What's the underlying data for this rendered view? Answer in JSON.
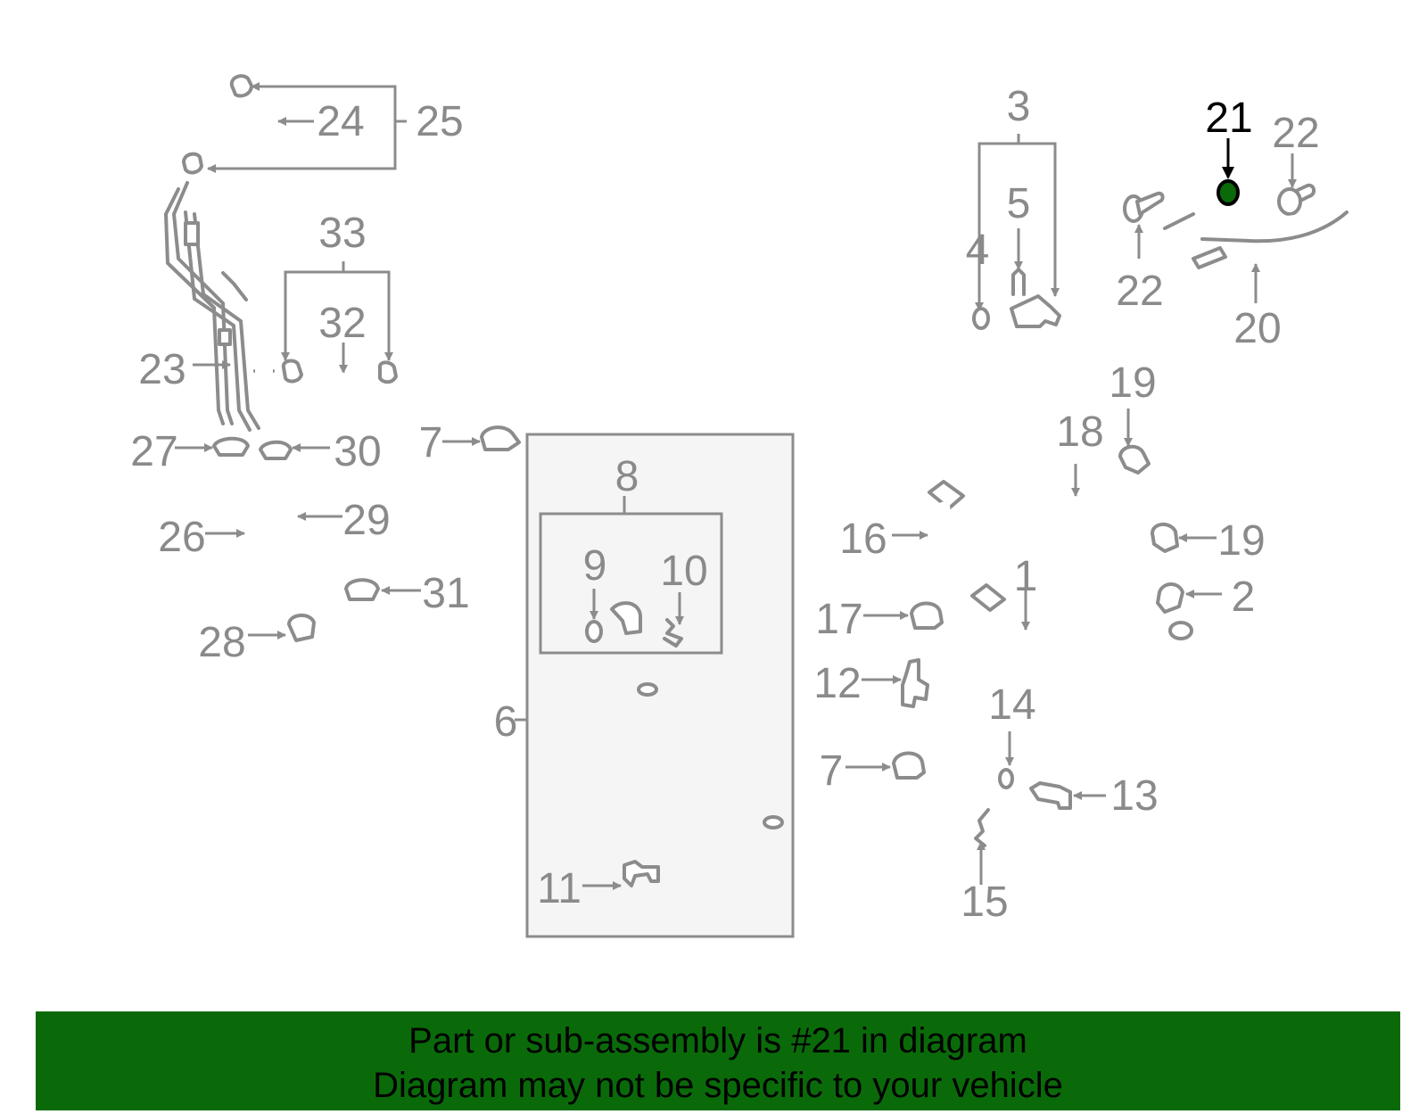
{
  "colors": {
    "highlight": "#0a6a0a",
    "line": "#8c8c8c",
    "label": "#8a8a8a",
    "panel": "#f5f5f5"
  },
  "highlighted_part": "21",
  "callouts": {
    "c1": "1",
    "c2": "2",
    "c3": "3",
    "c4": "4",
    "c5": "5",
    "c6": "6",
    "c7a": "7",
    "c7b": "7",
    "c8": "8",
    "c9": "9",
    "c10": "10",
    "c11": "11",
    "c12": "12",
    "c13": "13",
    "c14": "14",
    "c15": "15",
    "c16": "16",
    "c17": "17",
    "c18": "18",
    "c19a": "19",
    "c19b": "19",
    "c20": "20",
    "c21": "21",
    "c22a": "22",
    "c22b": "22",
    "c23": "23",
    "c24": "24",
    "c25": "25",
    "c26": "26",
    "c27": "27",
    "c28": "28",
    "c29": "29",
    "c30": "30",
    "c31": "31",
    "c32": "32",
    "c33": "33"
  },
  "banner": {
    "line1": "Part or sub-assembly is #21 in diagram",
    "line2": "Diagram may not be specific to your vehicle"
  }
}
